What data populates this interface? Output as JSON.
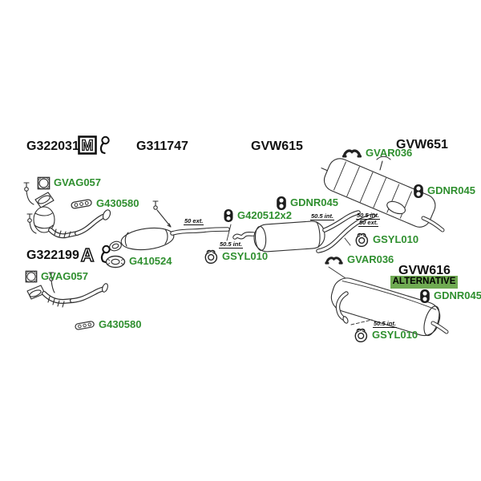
{
  "colors": {
    "background": "#ffffff",
    "part_number_green": "#2f8f2f",
    "badge_green": "#6faa52",
    "header_black": "#111111",
    "line_art": "#2f2f2f"
  },
  "headers": [
    {
      "text": "G322031",
      "symbol": "M",
      "symbol_icon": "boxed-m-symbol",
      "extra_icon": "lambda-sensor-icon"
    },
    {
      "text": "G311747"
    },
    {
      "text": "GVW615"
    },
    {
      "text": "GVW651"
    },
    {
      "text": "G322199",
      "symbol": "A",
      "symbol_icon": "outlined-a-symbol",
      "extra_icon": "lambda-sensor-icon"
    },
    {
      "text": "GVW616",
      "badge": "ALTERNATIVE"
    }
  ],
  "part_labels": [
    {
      "text": "GVAG057",
      "icon": "square-gasket-icon"
    },
    {
      "text": "G430580",
      "icon": "bracket-plate-icon"
    },
    {
      "text": "GVAR036",
      "icon": "strap-bracket-icon"
    },
    {
      "text": "GDNR045",
      "icon": "rubber-mount-icon"
    },
    {
      "text": "G420512x2",
      "icon": "clamp-icon"
    },
    {
      "text": "G410524",
      "icon": "oval-gasket-icon"
    },
    {
      "text": "GSYL010",
      "icon": "hanger-bracket-icon"
    },
    {
      "text": "GVAG057",
      "icon": "square-gasket-icon"
    },
    {
      "text": "G430580",
      "icon": "bracket-plate-icon"
    },
    {
      "text": "GDNR045",
      "icon": "rubber-mount-icon"
    },
    {
      "text": "GSYL010",
      "icon": "hanger-bracket-icon"
    },
    {
      "text": "GVAR036",
      "icon": "strap-bracket-icon"
    },
    {
      "text": "GDNR045",
      "icon": "rubber-mount-icon"
    },
    {
      "text": "GSYL010",
      "icon": "hanger-bracket-icon"
    }
  ],
  "dimension_labels": [
    {
      "text": "50 ext."
    },
    {
      "text": "50.5 int."
    },
    {
      "text": "50.5 int."
    },
    {
      "text": "50.5 int."
    },
    {
      "text": "50 ext."
    },
    {
      "text": "50.5 int."
    }
  ]
}
